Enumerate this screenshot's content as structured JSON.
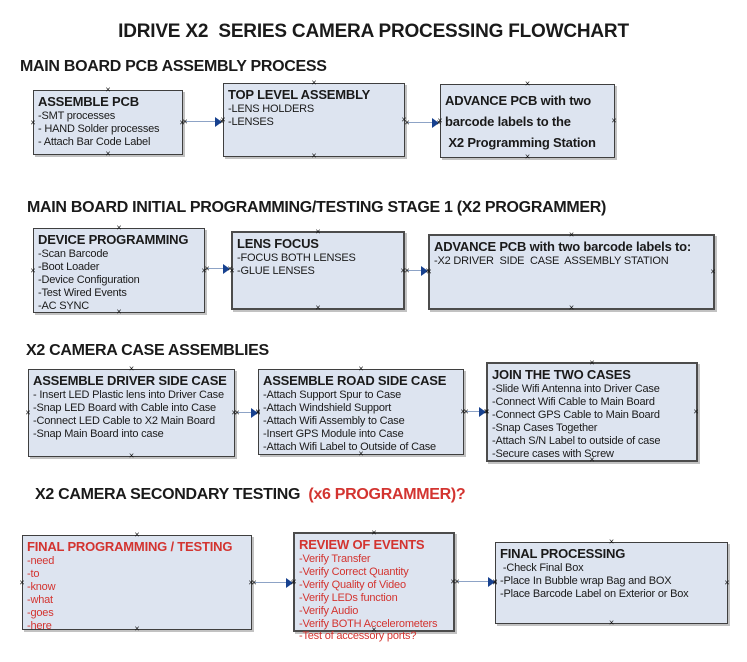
{
  "title": "IDRIVE X2  SERIES CAMERA PROCESSING FLOWCHART",
  "glyphs": {
    "connector": "×"
  },
  "colors": {
    "box_fill": "#dde4f0",
    "red_text": "#d33430",
    "arrow_line": "#8da3c6",
    "arrow_head": "#17418f",
    "ink": "#1a1a1a"
  },
  "sections": [
    {
      "heading": "MAIN BOARD PCB ASSEMBLY PROCESS",
      "boxes": [
        {
          "title": "ASSEMBLE PCB",
          "items": [
            "-SMT processes",
            "- HAND Solder processes",
            "- Attach Bar Code Label"
          ]
        },
        {
          "title": "TOP LEVEL ASSEMBLY",
          "items": [
            "-LENS HOLDERS",
            "-LENSES"
          ]
        },
        {
          "title": "ADVANCE PCB with two\nbarcode labels to the\n X2 Programming Station",
          "items": []
        }
      ]
    },
    {
      "heading": "MAIN BOARD INITIAL PROGRAMMING/TESTING STAGE 1 (X2 PROGRAMMER)",
      "boxes": [
        {
          "title": "DEVICE PROGRAMMING",
          "items": [
            "-Scan Barcode",
            "-Boot Loader",
            "-Device Configuration",
            "-Test Wired Events",
            "-AC SYNC"
          ]
        },
        {
          "title": "LENS FOCUS",
          "items": [
            "-FOCUS BOTH LENSES",
            "-GLUE LENSES"
          ]
        },
        {
          "title": "ADVANCE PCB with two barcode labels to:",
          "items": [
            "-X2 DRIVER  SIDE  CASE  ASSEMBLY STATION"
          ]
        }
      ]
    },
    {
      "heading": "X2 CAMERA CASE ASSEMBLIES",
      "boxes": [
        {
          "title": "ASSEMBLE DRIVER SIDE CASE",
          "items": [
            "- Insert LED Plastic lens into Driver Case",
            "-Snap LED Board with Cable into Case",
            "-Connect LED Cable to X2 Main Board",
            "-Snap Main Board into case"
          ]
        },
        {
          "title": "ASSEMBLE ROAD SIDE CASE",
          "items": [
            "-Attach Support Spur to Case",
            "-Attach Windshield Support",
            "-Attach Wifi Assembly to Case",
            "-Insert GPS Module into Case",
            "-Attach Wifi Label to Outside of Case"
          ]
        },
        {
          "title": "JOIN THE TWO CASES",
          "items": [
            "-Slide Wifi Antenna into Driver Case",
            "-Connect Wifi Cable to Main Board",
            "-Connect GPS Cable to Main Board",
            "-Snap Cases Together",
            "-Attach S/N Label to outside of case",
            "-Secure cases with Screw"
          ]
        }
      ]
    },
    {
      "heading": "X2 CAMERA SECONDARY TESTING ",
      "heading_red": " (x6 PROGRAMMER)?",
      "boxes": [
        {
          "title": "FINAL PROGRAMMING / TESTING",
          "items": [
            "-need",
            "-to",
            "-know",
            "-what",
            "-goes",
            "-here"
          ]
        },
        {
          "title": "REVIEW OF EVENTS",
          "items": [
            "-Verify Transfer",
            "-Verify Correct Quantity",
            "-Verify Quality of Video",
            "-Verify LEDs function",
            "-Verify Audio",
            "-Verify BOTH Accelerometers",
            "-Test of accessory ports?"
          ]
        },
        {
          "title": "FINAL PROCESSING",
          "items": [
            " -Check Final Box",
            "-Place In Bubble wrap Bag and BOX",
            "-Place Barcode Label on Exterior or Box"
          ]
        }
      ]
    }
  ]
}
